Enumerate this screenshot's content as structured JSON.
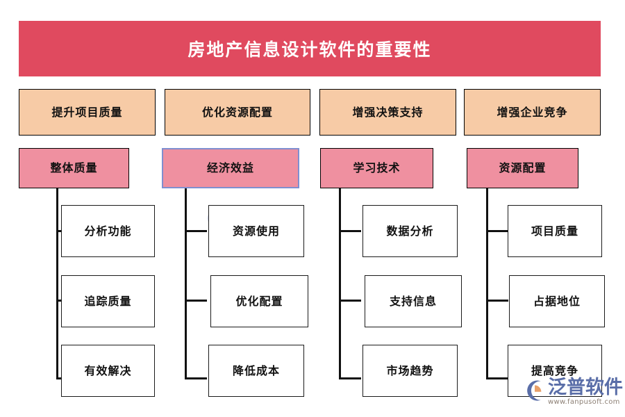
{
  "banner": {
    "title": "房地产信息设计软件的重要性",
    "background_color": "#E04A5F",
    "text_color": "#FFFFFF"
  },
  "colors": {
    "banner": "#E04A5F",
    "level1_box": "#F7CBA6",
    "level2_box": "#EF90A0",
    "leaf_box": "#FFFFFF",
    "border": "#000000",
    "selected_border": "#7F8FD0",
    "logo_blue": "#5A6EA8",
    "logo_orange": "#E8A06A"
  },
  "columns": [
    {
      "level1": "提升项目质量",
      "level2": "整体质量",
      "level2_selected": false,
      "leaves": [
        "分析功能",
        "追踪质量",
        "有效解决"
      ]
    },
    {
      "level1": "优化资源配置",
      "level2": "经济效益",
      "level2_selected": true,
      "leaves": [
        "资源使用",
        "优化配置",
        "降低成本"
      ]
    },
    {
      "level1": "增强决策支持",
      "level2": "学习技术",
      "level2_selected": false,
      "leaves": [
        "数据分析",
        "支持信息",
        "市场趋势"
      ]
    },
    {
      "level1": "增强企业竞争",
      "level2": "资源配置",
      "level2_selected": false,
      "leaves": [
        "项目质量",
        "占据地位",
        "提高竞争"
      ]
    }
  ],
  "logo": {
    "name": "泛普软件",
    "url": "www.fanpusoft.com"
  },
  "watermark": {
    "name": "泛普软件",
    "url": "www.fanpusoft.com"
  }
}
